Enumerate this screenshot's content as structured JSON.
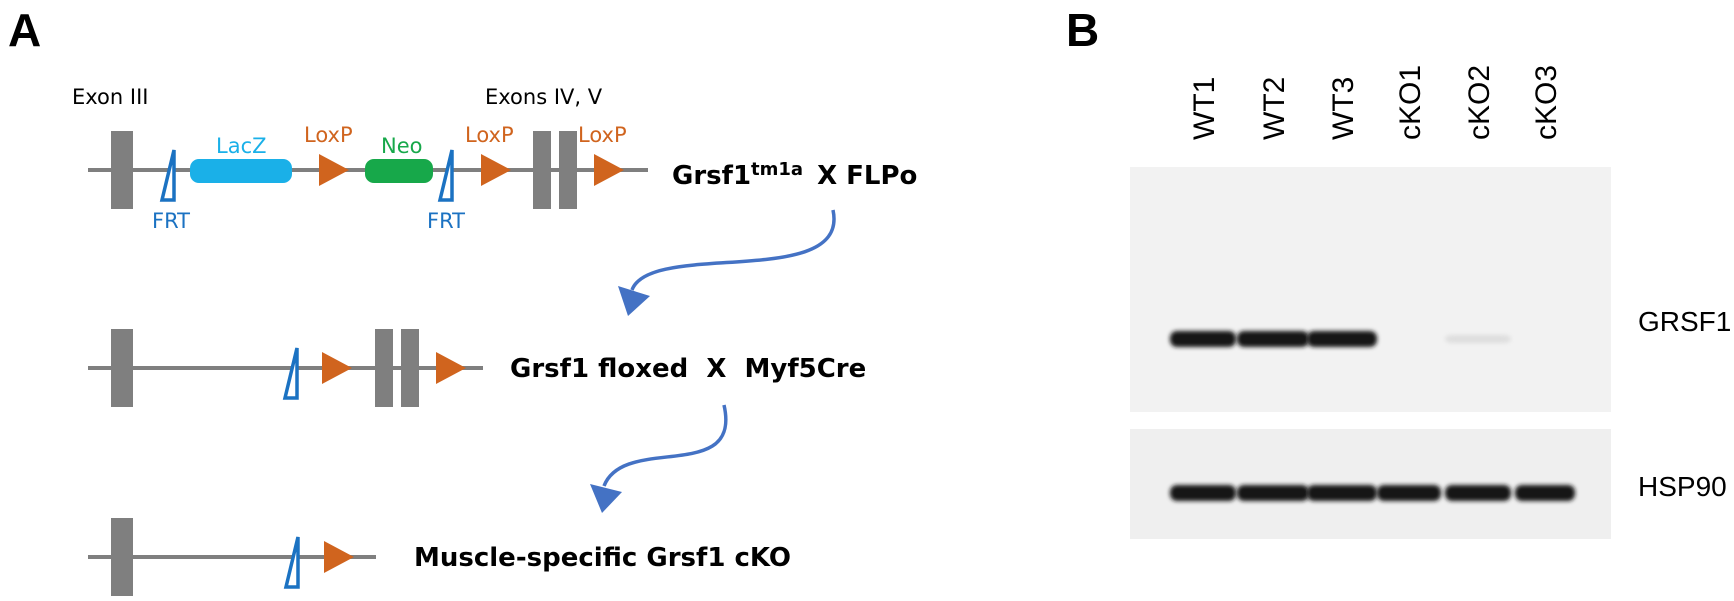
{
  "colors": {
    "lacz": "#1ab0e8",
    "neo": "#17a84a",
    "loxp": "#d0641e",
    "frt": "#1b72c2",
    "exon": "#7f7f7f",
    "arrow": "#4472c4"
  },
  "panel_a": {
    "letter": "A",
    "row1": {
      "exon3_label": "Exon III",
      "exons45_label": "Exons IV, V",
      "lacz": "LacZ",
      "neo": "Neo",
      "loxp": "LoxP",
      "frt": "FRT",
      "genotype_main": "Grsf1",
      "genotype_sup": "tm1a",
      "genotype_rest": "X  FLPo"
    },
    "row2": {
      "genotype": "Grsf1 floxed  X  Myf5Cre"
    },
    "row3": {
      "genotype": "Muscle-specific Grsf1 cKO"
    }
  },
  "panel_b": {
    "letter": "B",
    "lanes": [
      "WT1",
      "WT2",
      "WT3",
      "cKO1",
      "cKO2",
      "cKO3"
    ],
    "blots": [
      {
        "protein": "GRSF1",
        "band_intensity": [
          1,
          1,
          1,
          0,
          0.05,
          0
        ]
      },
      {
        "protein": "HSP90",
        "band_intensity": [
          1,
          1,
          1,
          1,
          1,
          1
        ]
      }
    ]
  }
}
